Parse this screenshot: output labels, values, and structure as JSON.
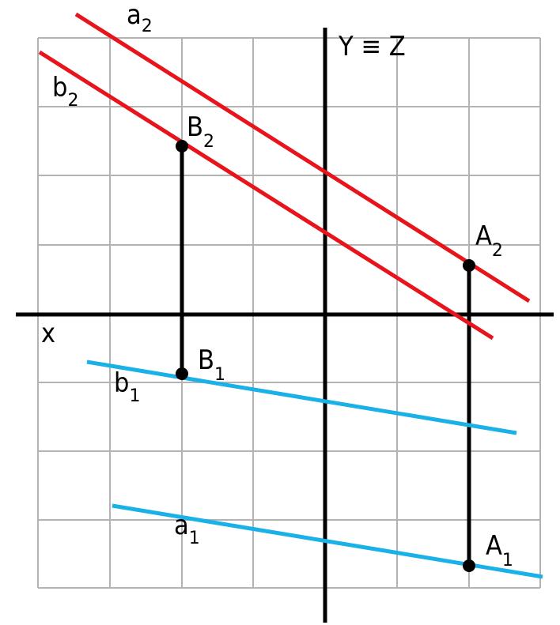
{
  "colors": {
    "grid": "#b3b3b3",
    "axis": "#000000",
    "frontal_projection": "#e8141b",
    "horizontal_projection": "#1ab0e8",
    "point": "#000000"
  },
  "labels": {
    "axis_x": "x",
    "axis_yz": "Y ≡ Z",
    "a2": {
      "main": "a",
      "sub": "2"
    },
    "b2": {
      "main": "b",
      "sub": "2"
    },
    "B2": {
      "main": "B",
      "sub": "2"
    },
    "A2": {
      "main": "A",
      "sub": "2"
    },
    "B1": {
      "main": "B",
      "sub": "1"
    },
    "b1": {
      "main": "b",
      "sub": "1"
    },
    "a1": {
      "main": "a",
      "sub": "1"
    },
    "A1": {
      "main": "A",
      "sub": "1"
    }
  }
}
